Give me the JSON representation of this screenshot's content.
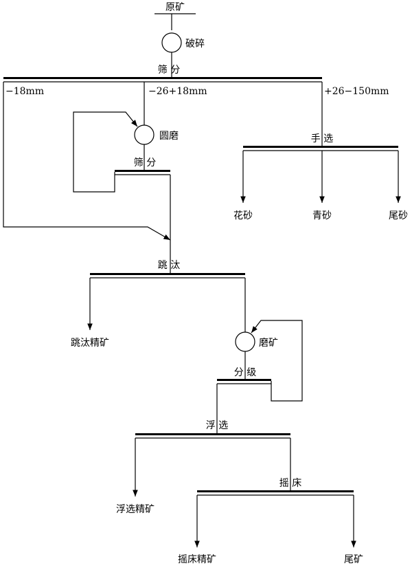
{
  "labels": {
    "raw_ore": "原矿",
    "crushing": "破碎",
    "screening_1": "筛 分",
    "size_fine": "−18mm",
    "size_mid": "−26+18mm",
    "size_coarse": "+26−150mm",
    "round_mill": "圆磨",
    "screening_2": "筛 分",
    "hand_sorting": "手 选",
    "hua_sha": "花砂",
    "qing_sha": "青砂",
    "wei_sha": "尾砂",
    "jigging": "跳 汰",
    "jig_concentrate": "跳汰精矿",
    "ore_grinding": "磨矿",
    "classification": "分 级",
    "flotation": "浮 选",
    "flotation_concentrate": "浮选精矿",
    "shaking_table": "摇 床",
    "table_concentrate": "摇床精矿",
    "tailings": "尾矿"
  }
}
